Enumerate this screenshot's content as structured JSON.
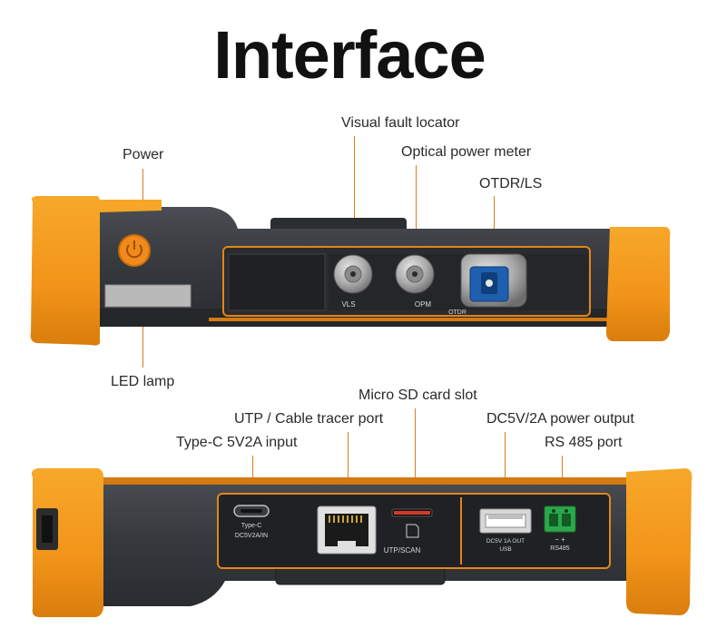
{
  "title": "Interface",
  "callouts": {
    "power": "Power",
    "led_lamp": "LED lamp",
    "vfl": "Visual fault locator",
    "opm": "Optical power meter",
    "otdr": "OTDR/LS",
    "micro_sd": "Micro SD card slot",
    "utp": "UTP / Cable tracer port",
    "typec": "Type-C 5V2A input",
    "dc_out": "DC5V/2A power output",
    "rs485": "RS 485 port"
  },
  "port_labels": {
    "vls": "VLS",
    "opm": "OPM",
    "otdr": "OTDR",
    "typec_1": "Type-C",
    "typec_2": "DC5V2A/IN",
    "utp_scan": "UTP/SCAN",
    "usb_1": "DC5V 1A OUT",
    "usb_2": "USB",
    "rs485_pm": "−   +",
    "rs485": "RS485"
  },
  "colors": {
    "orange": "#f39a1e",
    "body": "#3a3d42",
    "panel": "#26282c",
    "accent_line": "#e07a1f"
  }
}
